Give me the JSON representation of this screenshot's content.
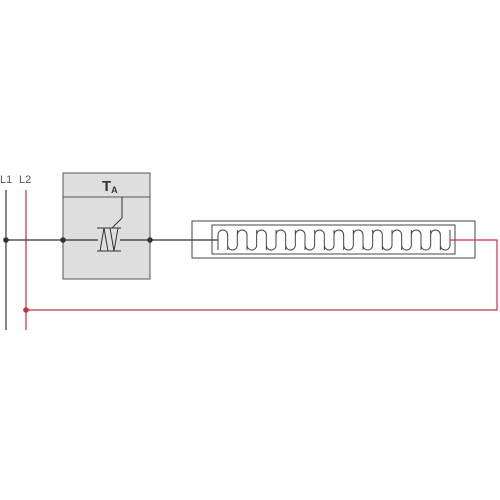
{
  "labels": {
    "l1": "L1",
    "l2": "L2",
    "controller_main": "T",
    "controller_sub": "A"
  },
  "colors": {
    "background": "#ffffff",
    "wire_neutral": "#333333",
    "wire_live": "#c8323c",
    "module_fill": "#dedede",
    "module_stroke": "#555555",
    "heater_stroke": "#444444"
  },
  "icons": {
    "controller_switch": "triac-icon",
    "heating_element": "heating-coil-icon",
    "junction": "junction-dot-icon"
  }
}
